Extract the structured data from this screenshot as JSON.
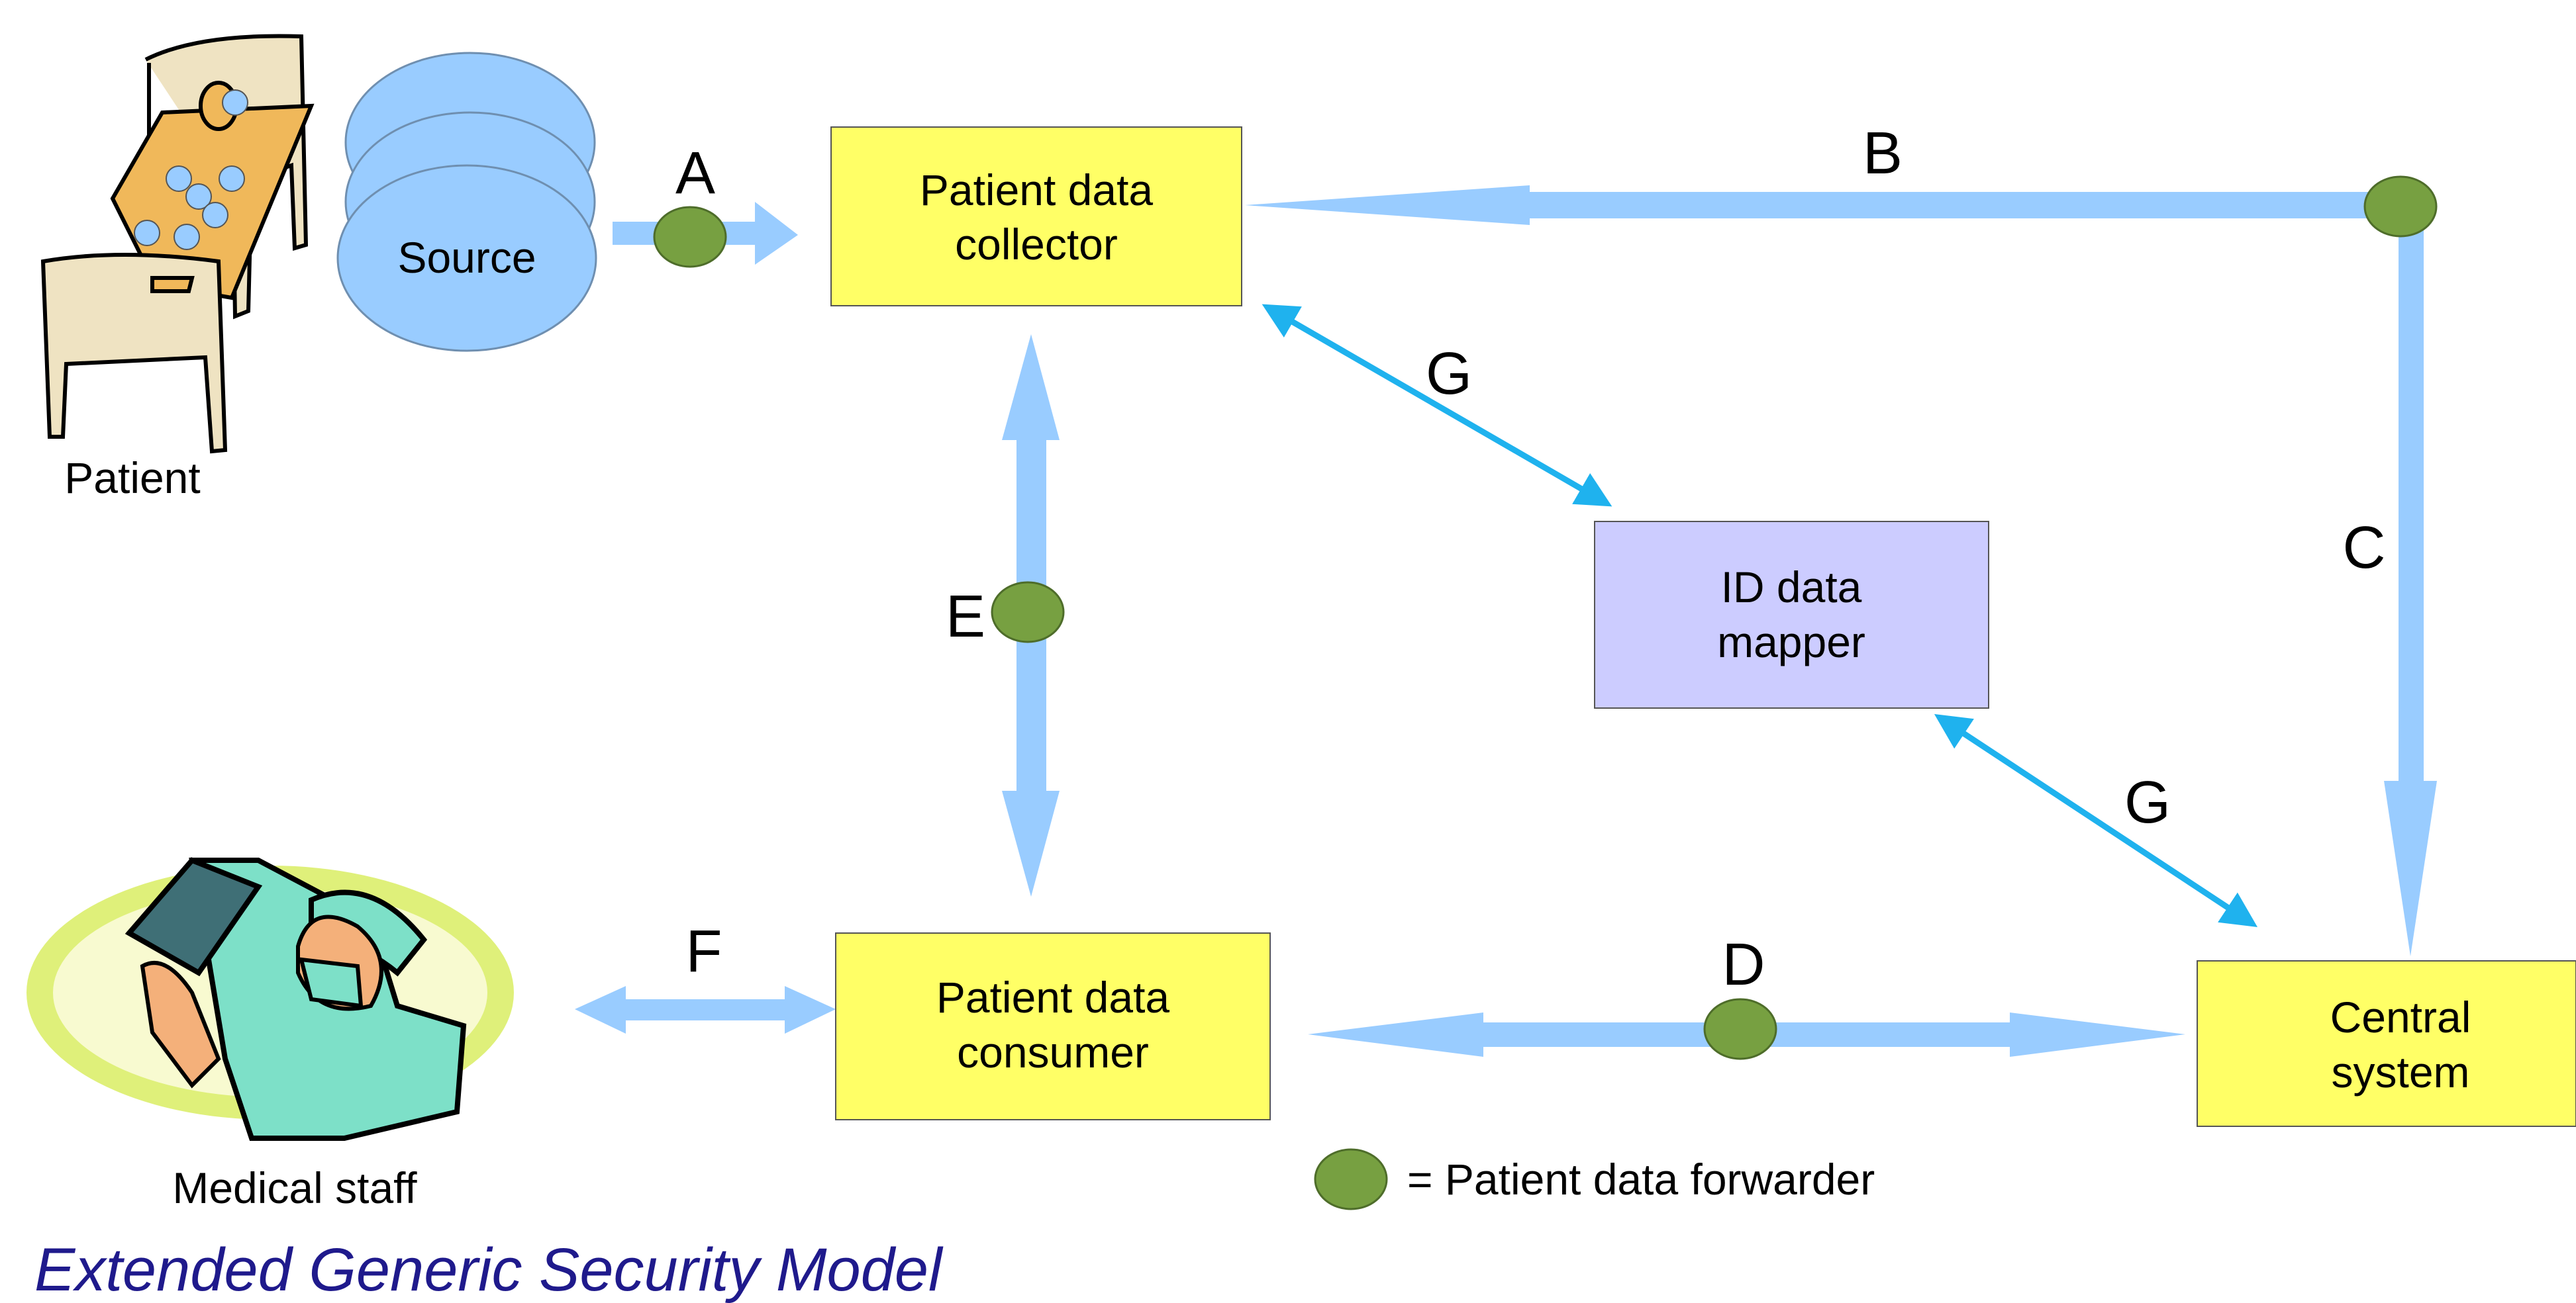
{
  "figure": {
    "title": "Extended Generic Security Model",
    "colors": {
      "title": "#1f1a8c",
      "arrow": "#99ccff",
      "thin_arrow": "#1fb2ee",
      "box_yellow": "#ffff66",
      "box_purple": "#ccccff",
      "forwarder": "#77a041",
      "source": "#99ccff"
    }
  },
  "actors": {
    "patient": "Patient",
    "medical_staff": "Medical staff"
  },
  "nodes": {
    "source": "Source",
    "collector": {
      "line1": "Patient data",
      "line2": "collector"
    },
    "mapper": {
      "line1": "ID data",
      "line2": "mapper"
    },
    "consumer": {
      "line1": "Patient data",
      "line2": "consumer"
    },
    "central": {
      "line1": "Central",
      "line2": "system"
    }
  },
  "edges": {
    "a": "A",
    "b": "B",
    "c": "C",
    "d": "D",
    "e": "E",
    "f": "F",
    "g1": "G",
    "g2": "G"
  },
  "legend": {
    "text": "= Patient data forwarder"
  }
}
